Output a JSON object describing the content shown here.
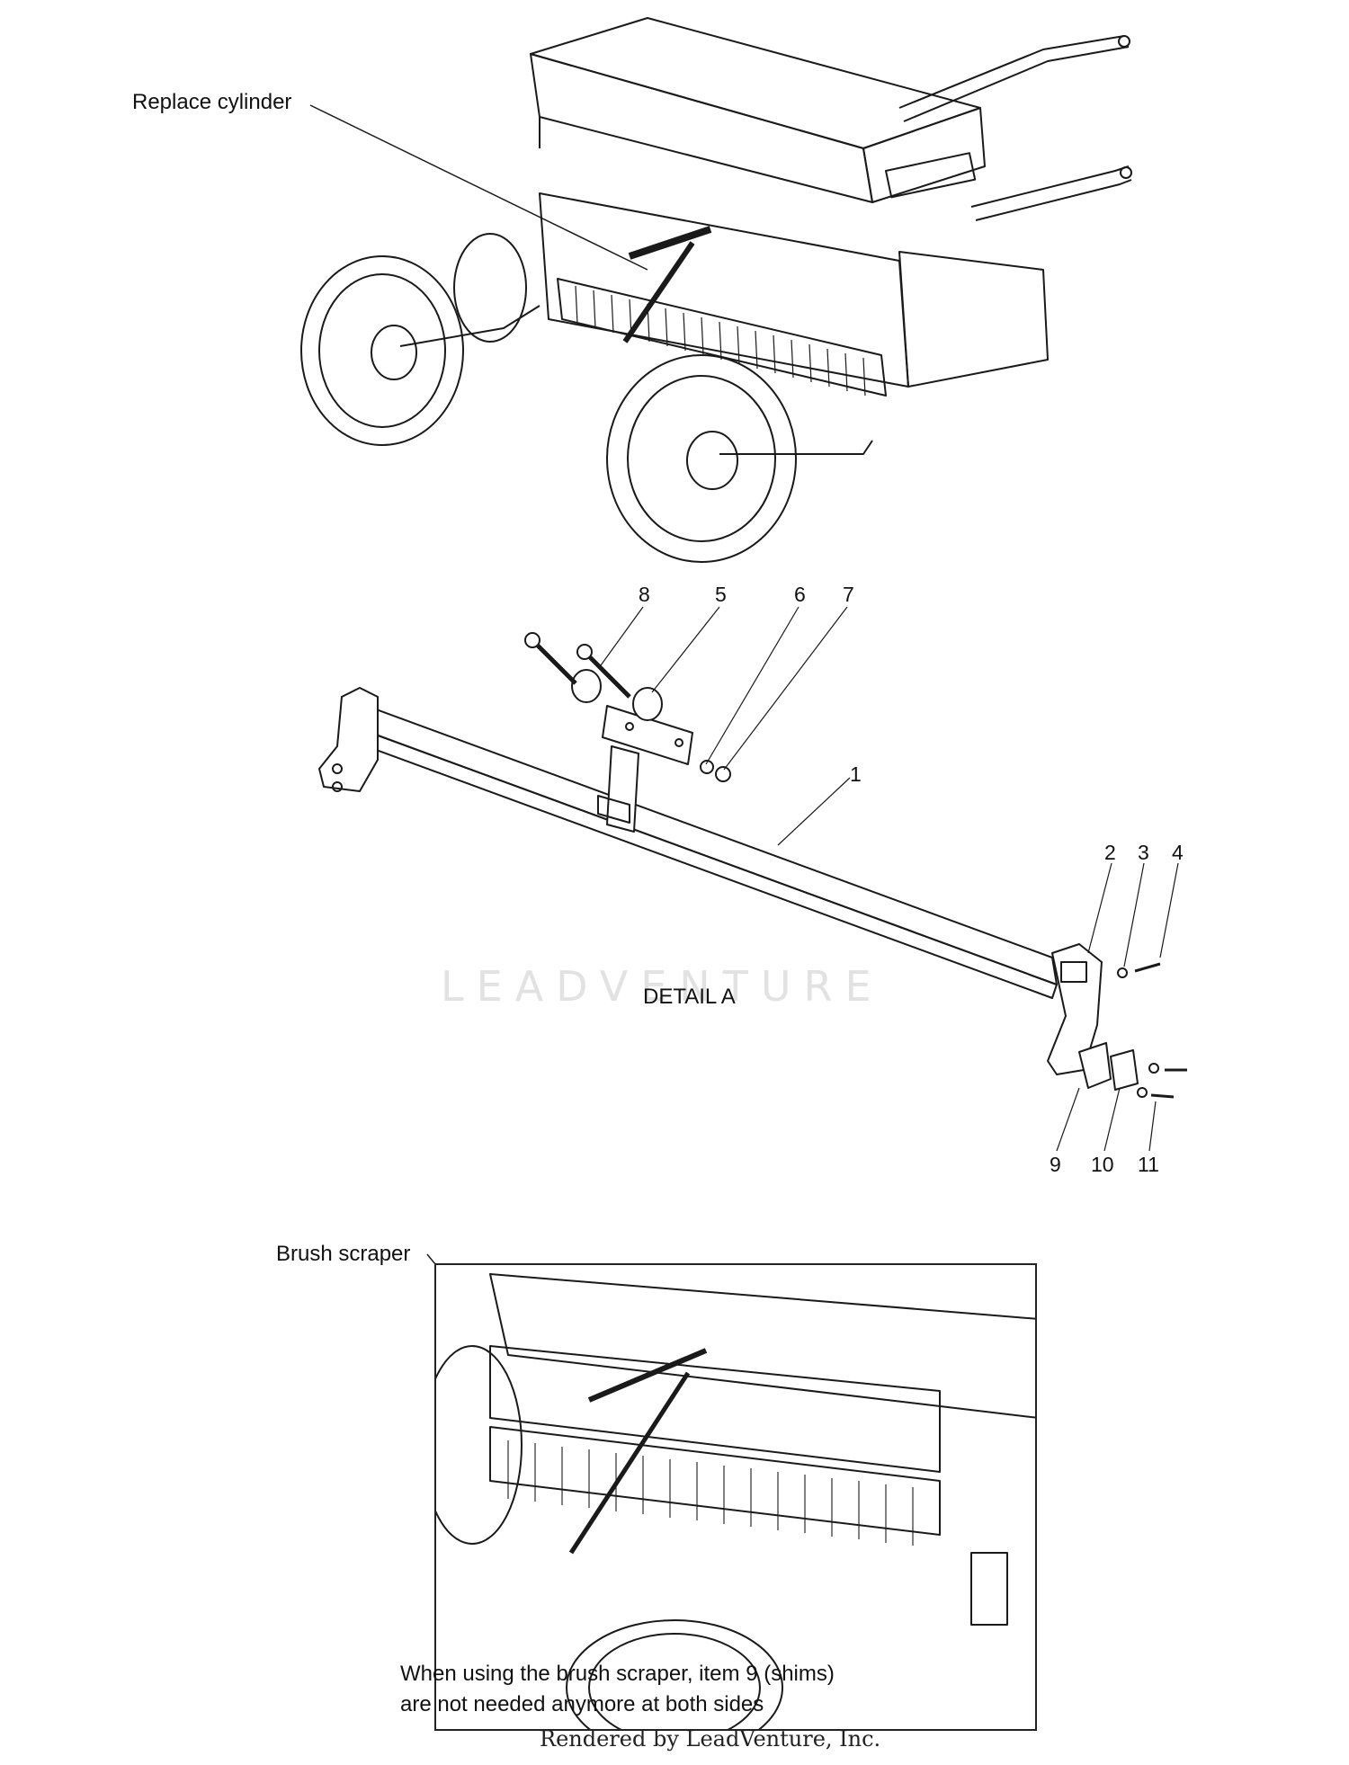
{
  "labels": {
    "replace_cylinder": "Replace cylinder",
    "brush_scraper": "Brush scraper",
    "detail": "DETAIL A"
  },
  "callouts": [
    "1",
    "2",
    "3",
    "4",
    "5",
    "6",
    "7",
    "8",
    "9",
    "10",
    "11"
  ],
  "note": {
    "line1": "When using the brush scraper, item 9 (shims)",
    "line2": "are not needed anymore at both sides"
  },
  "watermark": "LEADVENTURE",
  "footer": "Rendered by LeadVenture, Inc.",
  "colors": {
    "line": "#1a1a1a",
    "watermark": "#e2e2e2"
  }
}
